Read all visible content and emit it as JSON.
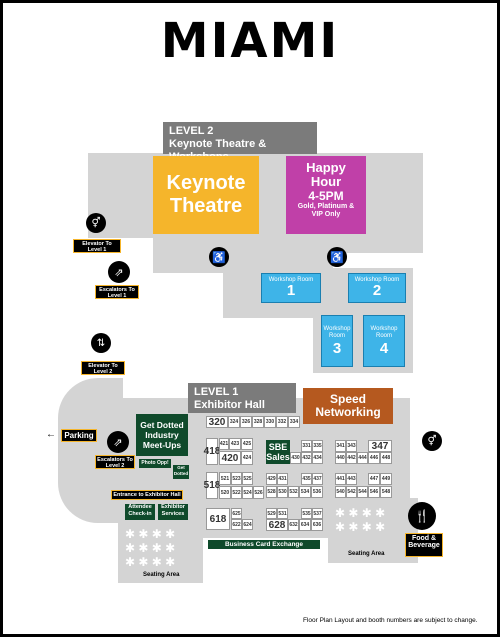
{
  "title": "MIAMI",
  "level2": {
    "label_line1": "LEVEL 2",
    "label_line2": "Keynote Theatre & Workshops",
    "keynote": "Keynote Theatre",
    "happy_hour": {
      "line1": "Happy",
      "line2": "Hour",
      "time": "4-5PM",
      "detail": "Gold, Platinum & VIP Only"
    },
    "workshops": [
      {
        "label": "Workshop Room",
        "number": "1"
      },
      {
        "label": "Workshop Room",
        "number": "2"
      },
      {
        "label": "Workshop Room",
        "number": "3"
      },
      {
        "label": "Workshop Room",
        "number": "4"
      }
    ],
    "elevator": "Elevator To Level 1",
    "escalators": "Escalators To Level 1"
  },
  "level1": {
    "label_line1": "LEVEL 1",
    "label_line2": "Exhibitor Hall",
    "elevator": "Elevator To Level 2",
    "escalators": "Escalators To Level 2",
    "parking": "Parking",
    "meetups": "Get Dotted Industry Meet-Ups",
    "photo_opp": "Photo Opp!",
    "get_dotted": "Get Dotted",
    "entrance": "Entrance to Exhibitor Hall",
    "attendee_checkin": "Attendee Check-in",
    "exhibitor_services": "Exhibitor Services",
    "seating_left": "Seating Area",
    "seating_right": "Seating Area",
    "speed_networking": "Speed Networking",
    "business_card": "Business Card Exchange",
    "food": "Food & Beverage",
    "sbe": "SBE Sales",
    "top_row": [
      "320",
      "324",
      "326",
      "328",
      "330",
      "332",
      "334"
    ],
    "booths": {
      "b418": "418",
      "b420": "420",
      "b421": "421",
      "b423": "423",
      "b424": "424",
      "b425": "425",
      "b518": "518",
      "b520": "520",
      "b521": "521",
      "b522": "522",
      "b523": "523",
      "b524": "524",
      "b525": "525",
      "b526": "526",
      "b618": "618",
      "b622": "622",
      "b624": "624",
      "b625": "625",
      "b331": "331",
      "b335": "335",
      "b430": "430",
      "b432": "432",
      "b434": "434",
      "b429": "429",
      "b431": "431",
      "b435": "435",
      "b437": "437",
      "b528": "528",
      "b530": "530",
      "b532": "532",
      "b534": "534",
      "b536": "536",
      "b529": "529",
      "b531": "531",
      "b535": "535",
      "b537": "537",
      "b628": "628",
      "b632": "632",
      "b634": "634",
      "b636": "636",
      "b341": "341",
      "b343": "343",
      "b347": "347",
      "b440": "440",
      "b442": "442",
      "b444": "444",
      "b446": "446",
      "b448": "448",
      "b441": "441",
      "b443": "443",
      "b447": "447",
      "b449": "449",
      "b540": "540",
      "b542": "542",
      "b544": "544",
      "b546": "546",
      "b548": "548"
    }
  },
  "footer": "Floor Plan Layout and booth numbers are subject to change.",
  "colors": {
    "keynote": "#f5b52b",
    "happy_hour": "#c040a8",
    "workshop": "#3eb4e8",
    "green": "#0f4a2b",
    "speed": "#b5591f",
    "floor": "#d4d4d4"
  }
}
